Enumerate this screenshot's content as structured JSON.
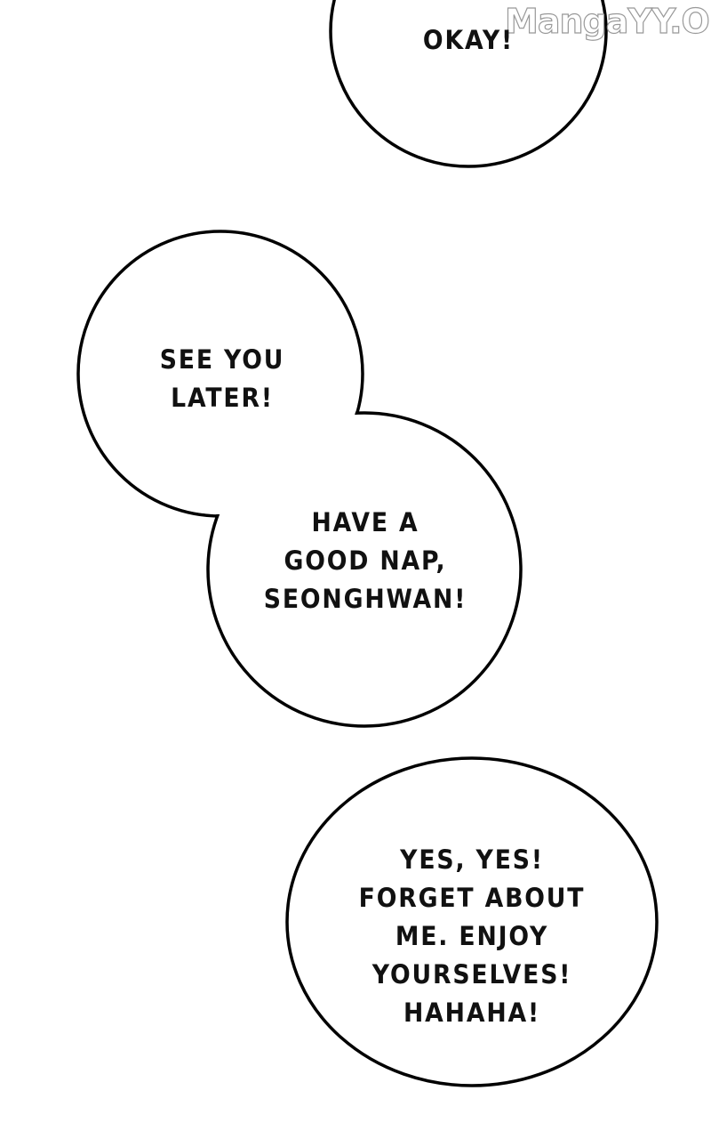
{
  "watermark": "MangaYY.Org",
  "bubbles": [
    {
      "lines": [
        "OKAY!"
      ]
    },
    {
      "lines": [
        "SEE YOU",
        "LATER!"
      ]
    },
    {
      "lines": [
        "HAVE A",
        "GOOD NAP,",
        "SEONGHWAN!"
      ]
    },
    {
      "lines": [
        "YES, YES!",
        "FORGET ABOUT",
        "ME. ENJOY",
        "YOURSELVES!",
        "HAHAHA!"
      ]
    }
  ]
}
